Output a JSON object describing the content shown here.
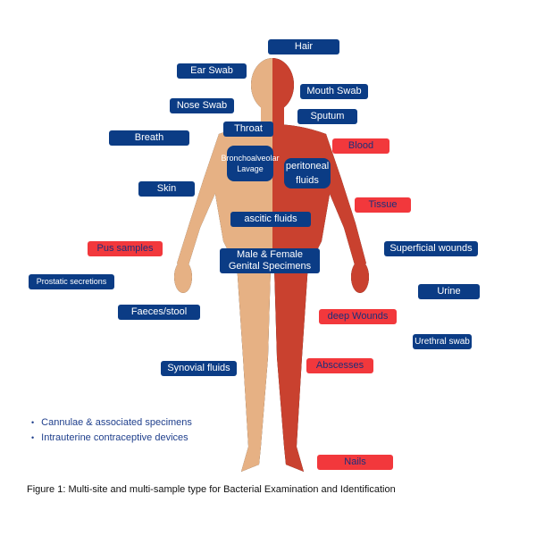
{
  "labels": {
    "hair": "Hair",
    "ear_swab": "Ear Swab",
    "mouth_swab": "Mouth Swab",
    "nose_swab": "Nose Swab",
    "sputum": "Sputum",
    "throat": "Throat",
    "breath": "Breath",
    "blood": "Blood",
    "bal_1": "Bronchoalveolar",
    "bal_2": "Lavage",
    "peritoneal_1": "peritoneal",
    "peritoneal_2": "fluids",
    "skin": "Skin",
    "tissue": "Tissue",
    "ascitic": "ascitic fluids",
    "superficial": "Superficial wounds",
    "pus": "Pus samples",
    "genital_1": "Male & Female",
    "genital_2": "Genital Specimens",
    "prostatic": "Prostatic secretions",
    "urine": "Urine",
    "faeces": "Faeces/stool",
    "deep_wounds": "deep Wounds",
    "urethral": "Urethral swab",
    "abscesses": "Abscesses",
    "synovial": "Synovial fluids",
    "nails": "Nails"
  },
  "bullets": [
    "Cannulae & associated specimens",
    "Intrauterine contraceptive devices"
  ],
  "caption": "Figure 1: Multi-site and multi-sample type for Bacterial Examination and Identification",
  "colors": {
    "blue": "#0b3c85",
    "red": "#f2383c",
    "skin": "#e6b184",
    "muscle": "#c9412f"
  }
}
